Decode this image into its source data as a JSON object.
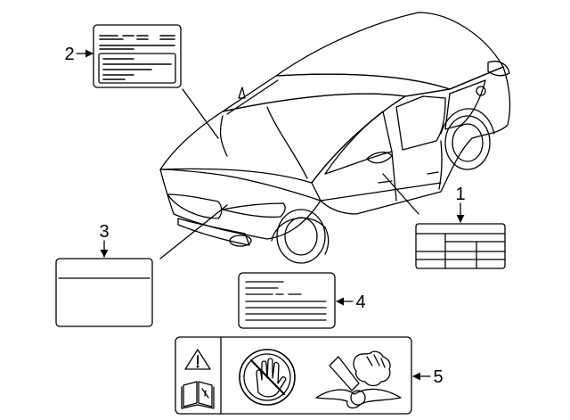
{
  "callouts": [
    {
      "id": "1",
      "label": "1"
    },
    {
      "id": "2",
      "label": "2"
    },
    {
      "id": "3",
      "label": "3"
    },
    {
      "id": "4",
      "label": "4"
    },
    {
      "id": "5",
      "label": "5"
    }
  ],
  "colors": {
    "line": "#000000",
    "background": "#ffffff"
  },
  "icons": {
    "warning": "warning-triangle-icon",
    "manual": "owner-manual-book-icon",
    "no_hand": "no-hand-prohibition-icon",
    "airbag": "airbag-deploy-icon"
  }
}
